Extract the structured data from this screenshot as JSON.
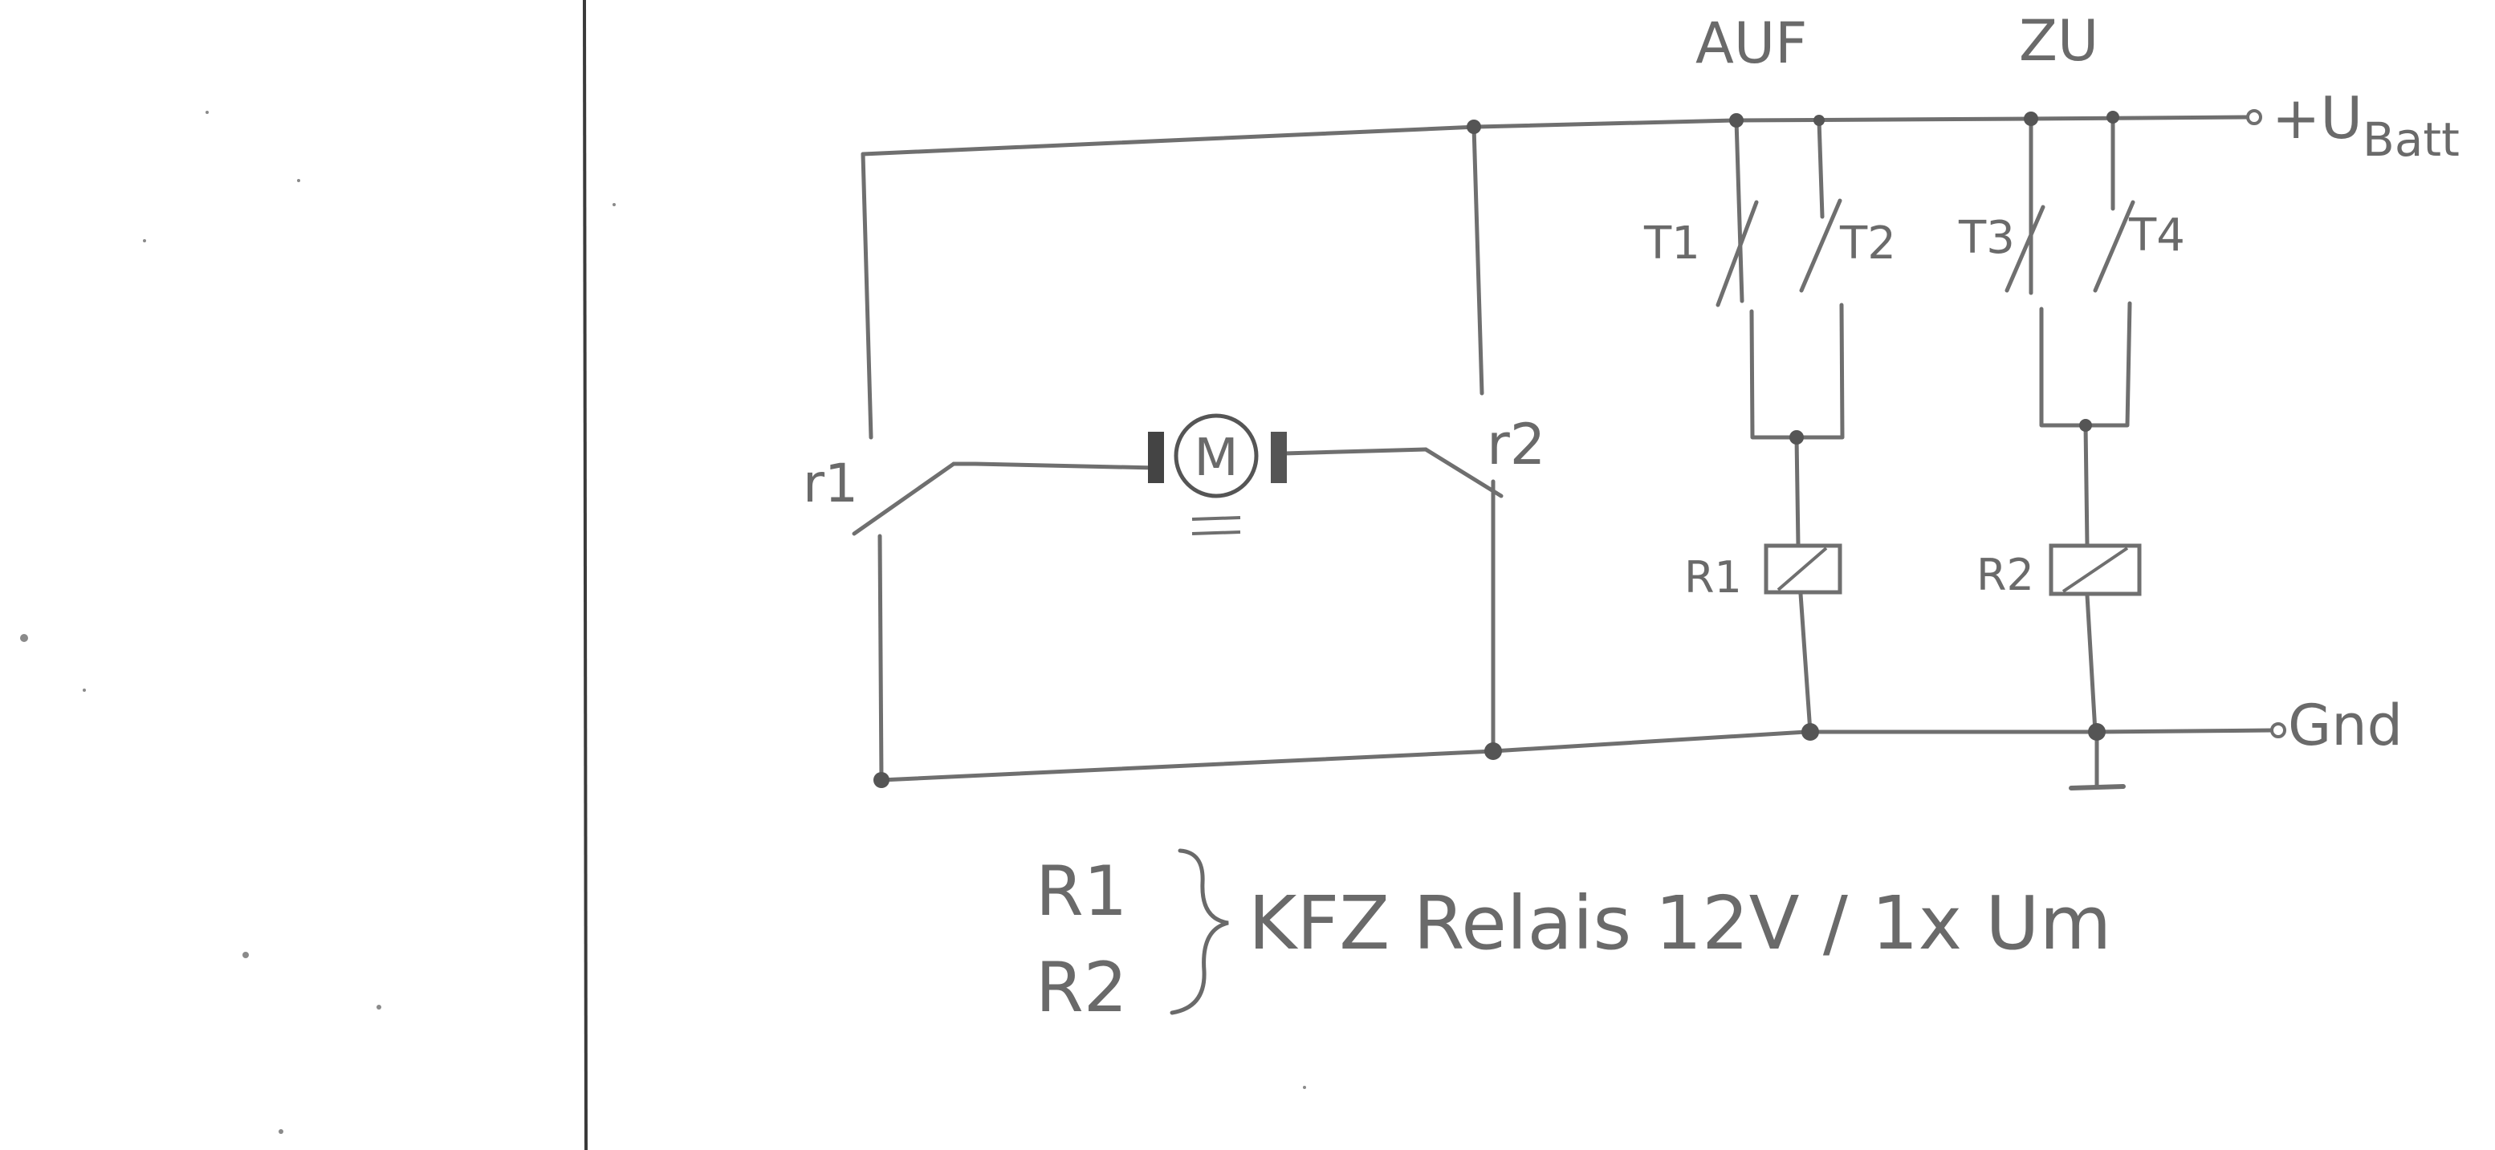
{
  "labels": {
    "auf": "AUF",
    "zu": "ZU",
    "ubatt": "+U",
    "ubatt_sub": "Batt",
    "gnd": "Gnd",
    "t1": "T1",
    "t2": "T2",
    "t3": "T3",
    "t4": "T4",
    "r1_contact": "r1",
    "r2_contact": "r2",
    "r1_coil": "R1",
    "r2_coil": "R2",
    "motor": "M"
  },
  "note": {
    "line1": "R1",
    "line2": "R2",
    "text": "KFZ  Relais 12V / 1x Um"
  }
}
